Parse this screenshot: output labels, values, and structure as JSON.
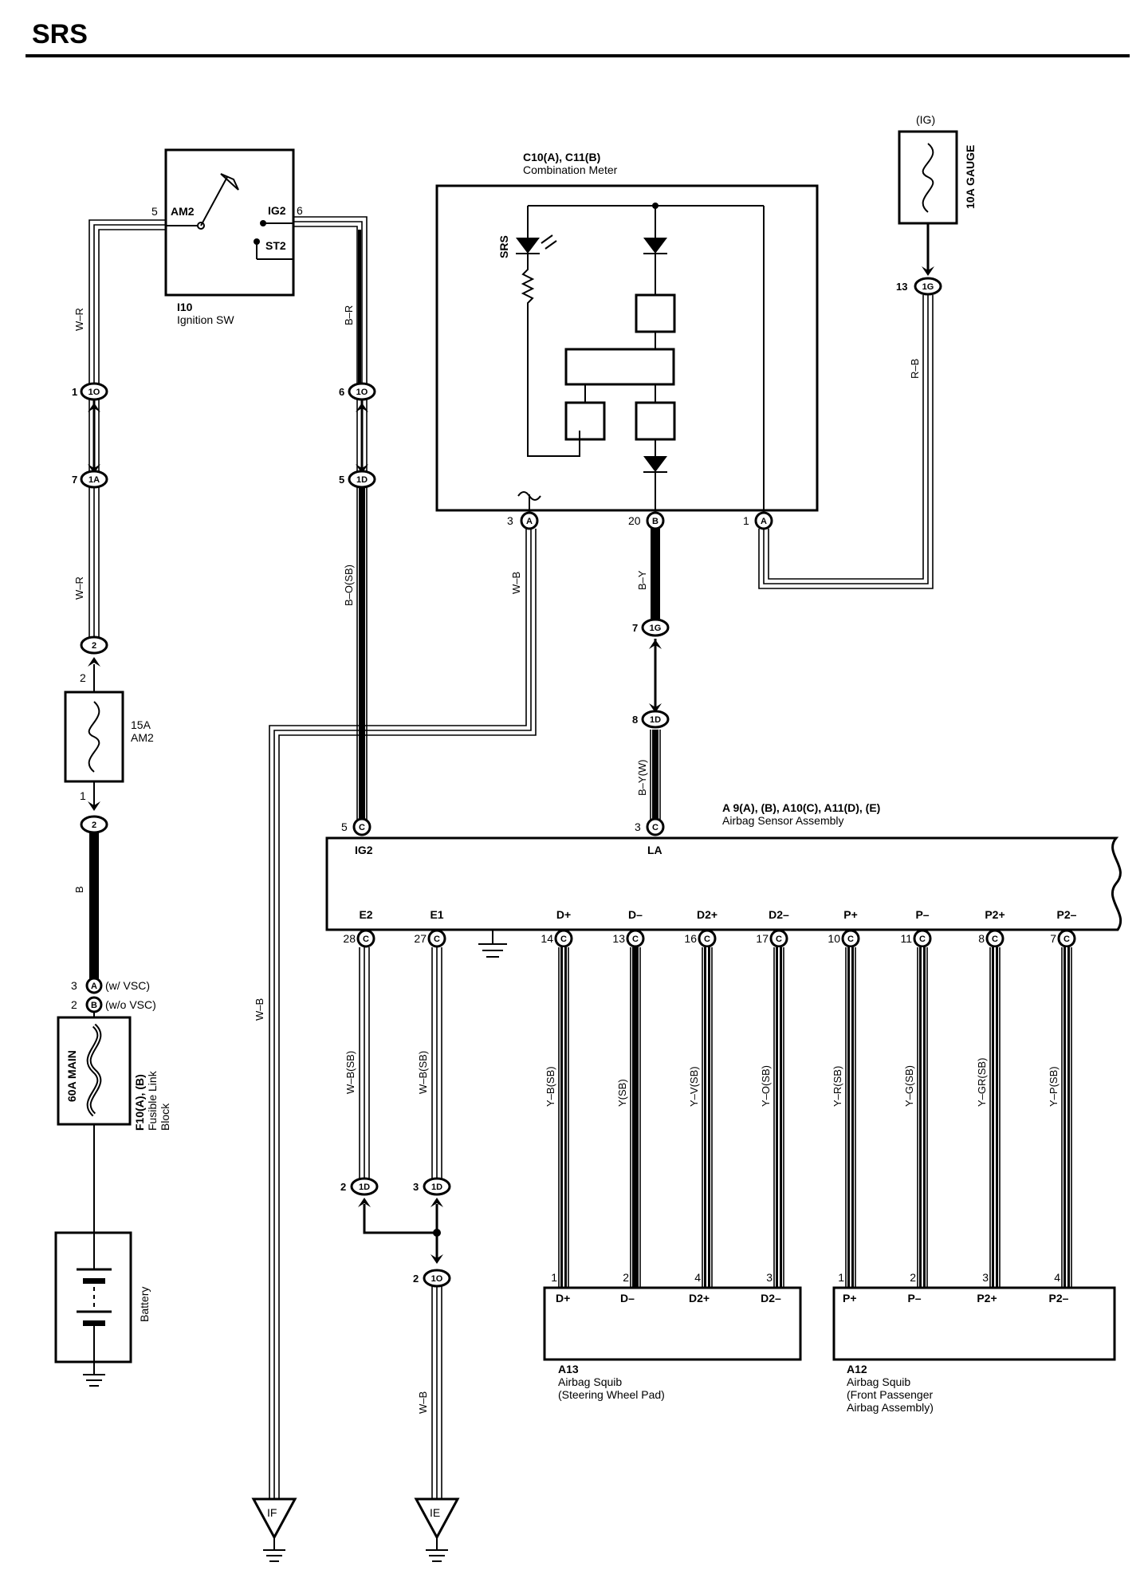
{
  "page": {
    "title": "SRS"
  },
  "ignition_switch": {
    "id": "I10",
    "name": "Ignition SW",
    "pin_am2": "AM2",
    "pin_am2_num": "5",
    "pin_ig2": "IG2",
    "pin_ig2_num": "6",
    "pin_st2": "ST2"
  },
  "combination_meter": {
    "id": "C10(A), C11(B)",
    "name": "Combination Meter",
    "indicator": "SRS",
    "pin_a3": "3",
    "pin_b20": "20",
    "pin_a1": "1",
    "conn_a": "A",
    "conn_b": "B"
  },
  "gauge_fuse": {
    "supply": "(IG)",
    "name": "10A GAUGE"
  },
  "am2_fuse": {
    "name_line1": "15A",
    "name_line2": "AM2",
    "pin_top": "2",
    "pin_bottom": "1"
  },
  "fusible_link": {
    "name": "60A MAIN",
    "id_line1": "F10(A), (B)",
    "id_line2": "Fusible Link",
    "id_line3": "Block",
    "pin_a": "3",
    "pin_b": "2",
    "conn_a": "A",
    "conn_b": "B",
    "note_a": "(w/ VSC)",
    "note_b": "(w/o VSC)"
  },
  "battery": {
    "name": "Battery"
  },
  "airbag_sensor": {
    "id": "A 9(A), (B), A10(C), A11(D), (E)",
    "name": "Airbag Sensor Assembly",
    "top_pins": [
      {
        "label": "IG2",
        "num": "5",
        "conn": "C"
      },
      {
        "label": "LA",
        "num": "3",
        "conn": "C"
      }
    ],
    "bottom_pins": [
      {
        "label": "E2",
        "num": "28",
        "conn": "C"
      },
      {
        "label": "E1",
        "num": "27",
        "conn": "C"
      },
      {
        "label": "D+",
        "num": "14",
        "conn": "C"
      },
      {
        "label": "D–",
        "num": "13",
        "conn": "C"
      },
      {
        "label": "D2+",
        "num": "16",
        "conn": "C"
      },
      {
        "label": "D2–",
        "num": "17",
        "conn": "C"
      },
      {
        "label": "P+",
        "num": "10",
        "conn": "C"
      },
      {
        "label": "P–",
        "num": "11",
        "conn": "C"
      },
      {
        "label": "P2+",
        "num": "8",
        "conn": "C"
      },
      {
        "label": "P2–",
        "num": "7",
        "conn": "C"
      }
    ]
  },
  "squib_a13": {
    "id": "A13",
    "name_line1": "Airbag Squib",
    "name_line2": "(Steering Wheel Pad)",
    "pins": [
      {
        "label": "D+",
        "num": "1"
      },
      {
        "label": "D–",
        "num": "2"
      },
      {
        "label": "D2+",
        "num": "4"
      },
      {
        "label": "D2–",
        "num": "3"
      }
    ]
  },
  "squib_a12": {
    "id": "A12",
    "name_line1": "Airbag Squib",
    "name_line2": "(Front Passenger",
    "name_line3": "Airbag Assembly)",
    "pins": [
      {
        "label": "P+",
        "num": "1"
      },
      {
        "label": "P–",
        "num": "2"
      },
      {
        "label": "P2+",
        "num": "3"
      },
      {
        "label": "P2–",
        "num": "4"
      }
    ]
  },
  "wire_colors": {
    "am2_upper": "W–R",
    "am2_lower": "W–R",
    "ig2": "B–R",
    "ig2_lower": "B–O(SB)",
    "meter_a3": "W–B",
    "meter_b20": "B–Y",
    "la": "B–Y(W)",
    "gauge": "R–B",
    "battery_main": "B",
    "if_ground": "W–B",
    "e2": "W–B(SB)",
    "e1": "W–B(SB)",
    "ie_ground": "W–B",
    "squibs": [
      "Y–B(SB)",
      "Y(SB)",
      "Y–V(SB)",
      "Y–O(SB)",
      "Y–R(SB)",
      "Y–G(SB)",
      "Y–GR(SB)",
      "Y–P(SB)"
    ]
  },
  "junctions": {
    "j1_10": {
      "num": "1",
      "code": "1O"
    },
    "j7_1a": {
      "num": "7",
      "code": "1A"
    },
    "j6_10": {
      "num": "6",
      "code": "1O"
    },
    "j5_1d": {
      "num": "5",
      "code": "1D"
    },
    "j13_1g": {
      "num": "13",
      "code": "1G"
    },
    "j7_1g": {
      "num": "7",
      "code": "1G"
    },
    "j8_1d": {
      "num": "8",
      "code": "1D"
    },
    "j2_top": {
      "code": "2"
    },
    "j2_bot": {
      "code": "2"
    },
    "j2_1d": {
      "num": "2",
      "code": "1D"
    },
    "j3_1d": {
      "num": "3",
      "code": "1D"
    },
    "j2_10": {
      "num": "2",
      "code": "1O"
    }
  },
  "grounds": {
    "if": "IF",
    "ie": "IE"
  }
}
